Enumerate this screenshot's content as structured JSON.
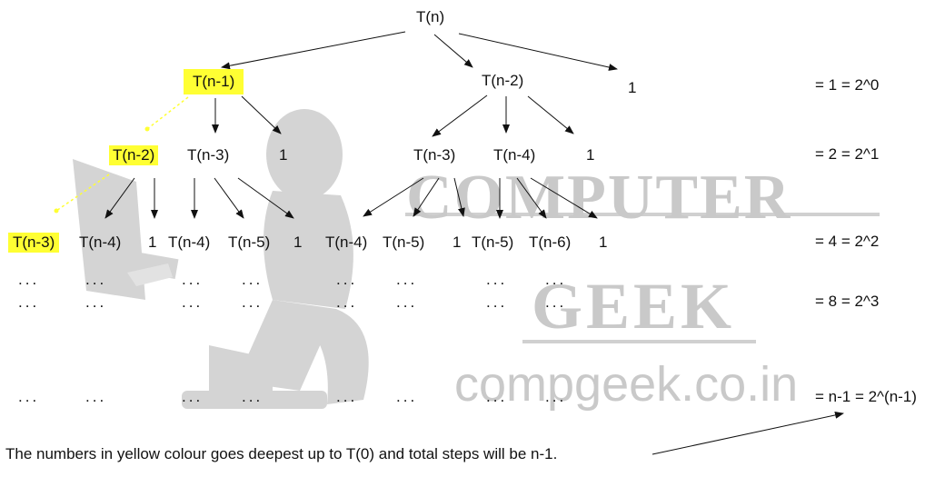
{
  "watermark": {
    "line1": "COMPUTER",
    "line2": "GEEK",
    "url": "compgeek.co.in"
  },
  "tree": {
    "root": "T(n)",
    "level1": {
      "a": "T(n-1)",
      "b": "T(n-2)",
      "c": "1"
    },
    "level2": {
      "a": "T(n-2)",
      "b": "T(n-3)",
      "c": "1",
      "d": "T(n-3)",
      "e": "T(n-4)",
      "f": "1"
    },
    "level3": [
      "T(n-3)",
      "T(n-4)",
      "1",
      "T(n-4)",
      "T(n-5)",
      "1",
      "T(n-4)",
      "T(n-5)",
      "1",
      "T(n-5)",
      "T(n-6)",
      "1"
    ],
    "dots": "..."
  },
  "equations": [
    "= 1 = 2^0",
    "= 2 = 2^1",
    "= 4 = 2^2",
    "= 8 = 2^3",
    "= n-1 = 2^(n-1)"
  ],
  "caption": "The numbers in yellow colour goes deepest up to T(0) and total steps will be n-1.",
  "colors": {
    "highlight": "#ffff33",
    "watermark": "#c9c9c9",
    "arrow": "#111111"
  }
}
